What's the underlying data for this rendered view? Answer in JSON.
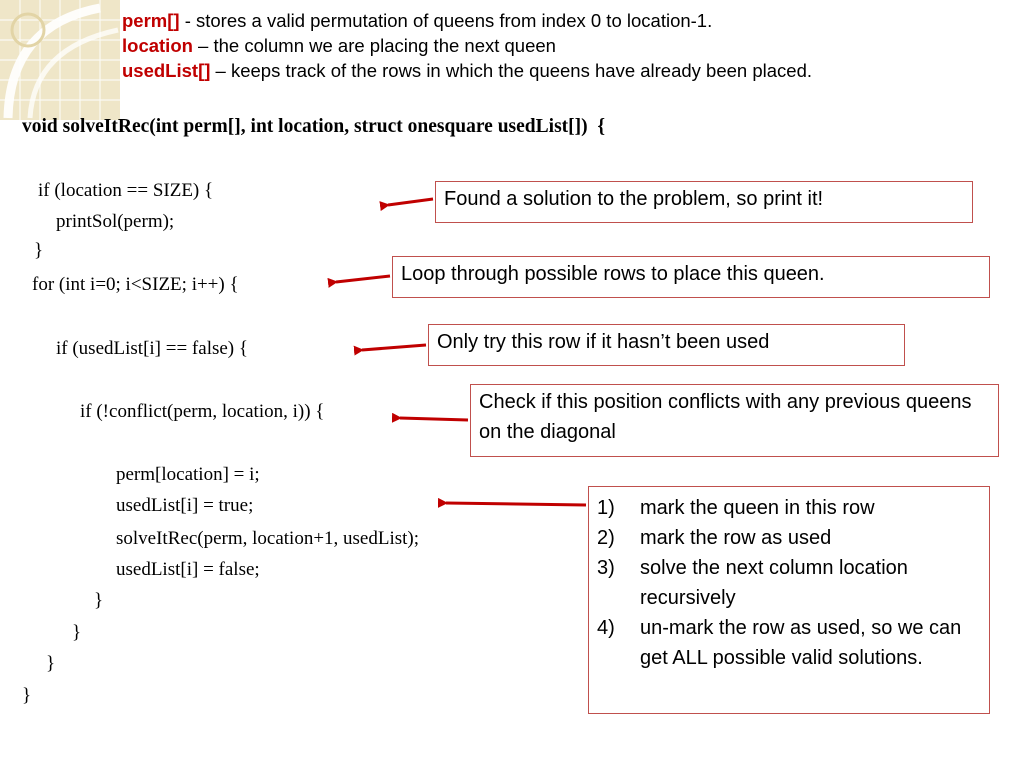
{
  "header": {
    "lines": [
      {
        "term": "perm[]",
        "text": " - stores a valid permutation of queens from index 0 to location-1."
      },
      {
        "term": "location",
        "text": " – the column we are placing the next queen"
      },
      {
        "term": "usedList[]",
        "text": " – keeps track of the rows in which the queens have already been placed."
      }
    ]
  },
  "code": {
    "signature": "void solveItRec(int perm[], int location, struct onesquare usedList[])  {",
    "lines": [
      "if (location == SIZE) {",
      "printSol(perm);",
      "}",
      "for (int i=0; i<SIZE; i++) {",
      "if (usedList[i] == false) {",
      "if (!conflict(perm, location, i)) {",
      "perm[location] = i;",
      "usedList[i] = true;",
      "solveItRec(perm, location+1, usedList);",
      "usedList[i] = false;",
      "}",
      "}",
      "}",
      "}"
    ]
  },
  "notes": {
    "found_solution": "Found a solution to the problem, so print it!",
    "loop_rows": "Loop through possible rows to place this queen.",
    "row_unused": "Only try this row if it hasn’t been used",
    "check_conflict": "Check if this position conflicts with any previous queens on the diagonal",
    "steps": [
      {
        "num": "1)",
        "text": "mark the queen in this row"
      },
      {
        "num": "2)",
        "text": "mark the row as used"
      },
      {
        "num": "3)",
        "text": "solve the next column location recursively"
      },
      {
        "num": "4)",
        "text": "un-mark the row as used, so we can get ALL possible valid solutions."
      }
    ]
  },
  "colors": {
    "term": "#c00000",
    "arrow": "#c00000",
    "note_border": "#c0504d"
  }
}
